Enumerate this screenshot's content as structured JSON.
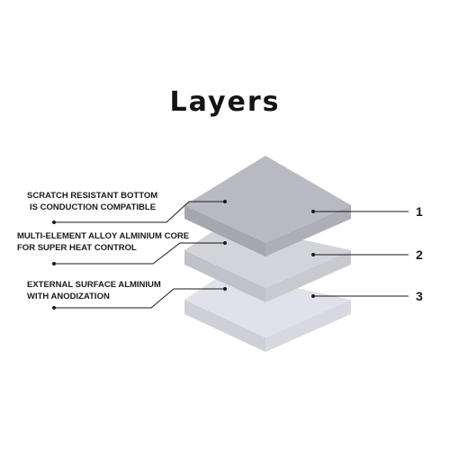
{
  "title": "Layers",
  "layers": [
    {
      "number": "1",
      "label_lines": [
        "SCRATCH  RESISTANT BOTTOM",
        "IS CONDUCTION  COMPATIBLE"
      ],
      "colors": {
        "top": "#b9b9c2",
        "left": "#a6a6ae",
        "right": "#aeaeb6"
      }
    },
    {
      "number": "2",
      "label_lines": [
        "MULTI-ELEMENT ALLOY ALMINIUM CORE",
        "FOR  SUPER HEAT CONTROL"
      ],
      "colors": {
        "top": "#d3d3da",
        "left": "#c1c1c9",
        "right": "#c9c9d0"
      }
    },
    {
      "number": "3",
      "label_lines": [
        "EXTERNAL SURFACE ALMINIUM",
        "WITH  ANODIZATION"
      ],
      "colors": {
        "top": "#e1e1ea",
        "left": "#cfcfd8",
        "right": "#d8d8e0"
      }
    }
  ],
  "line_color": "#1a1a1a"
}
